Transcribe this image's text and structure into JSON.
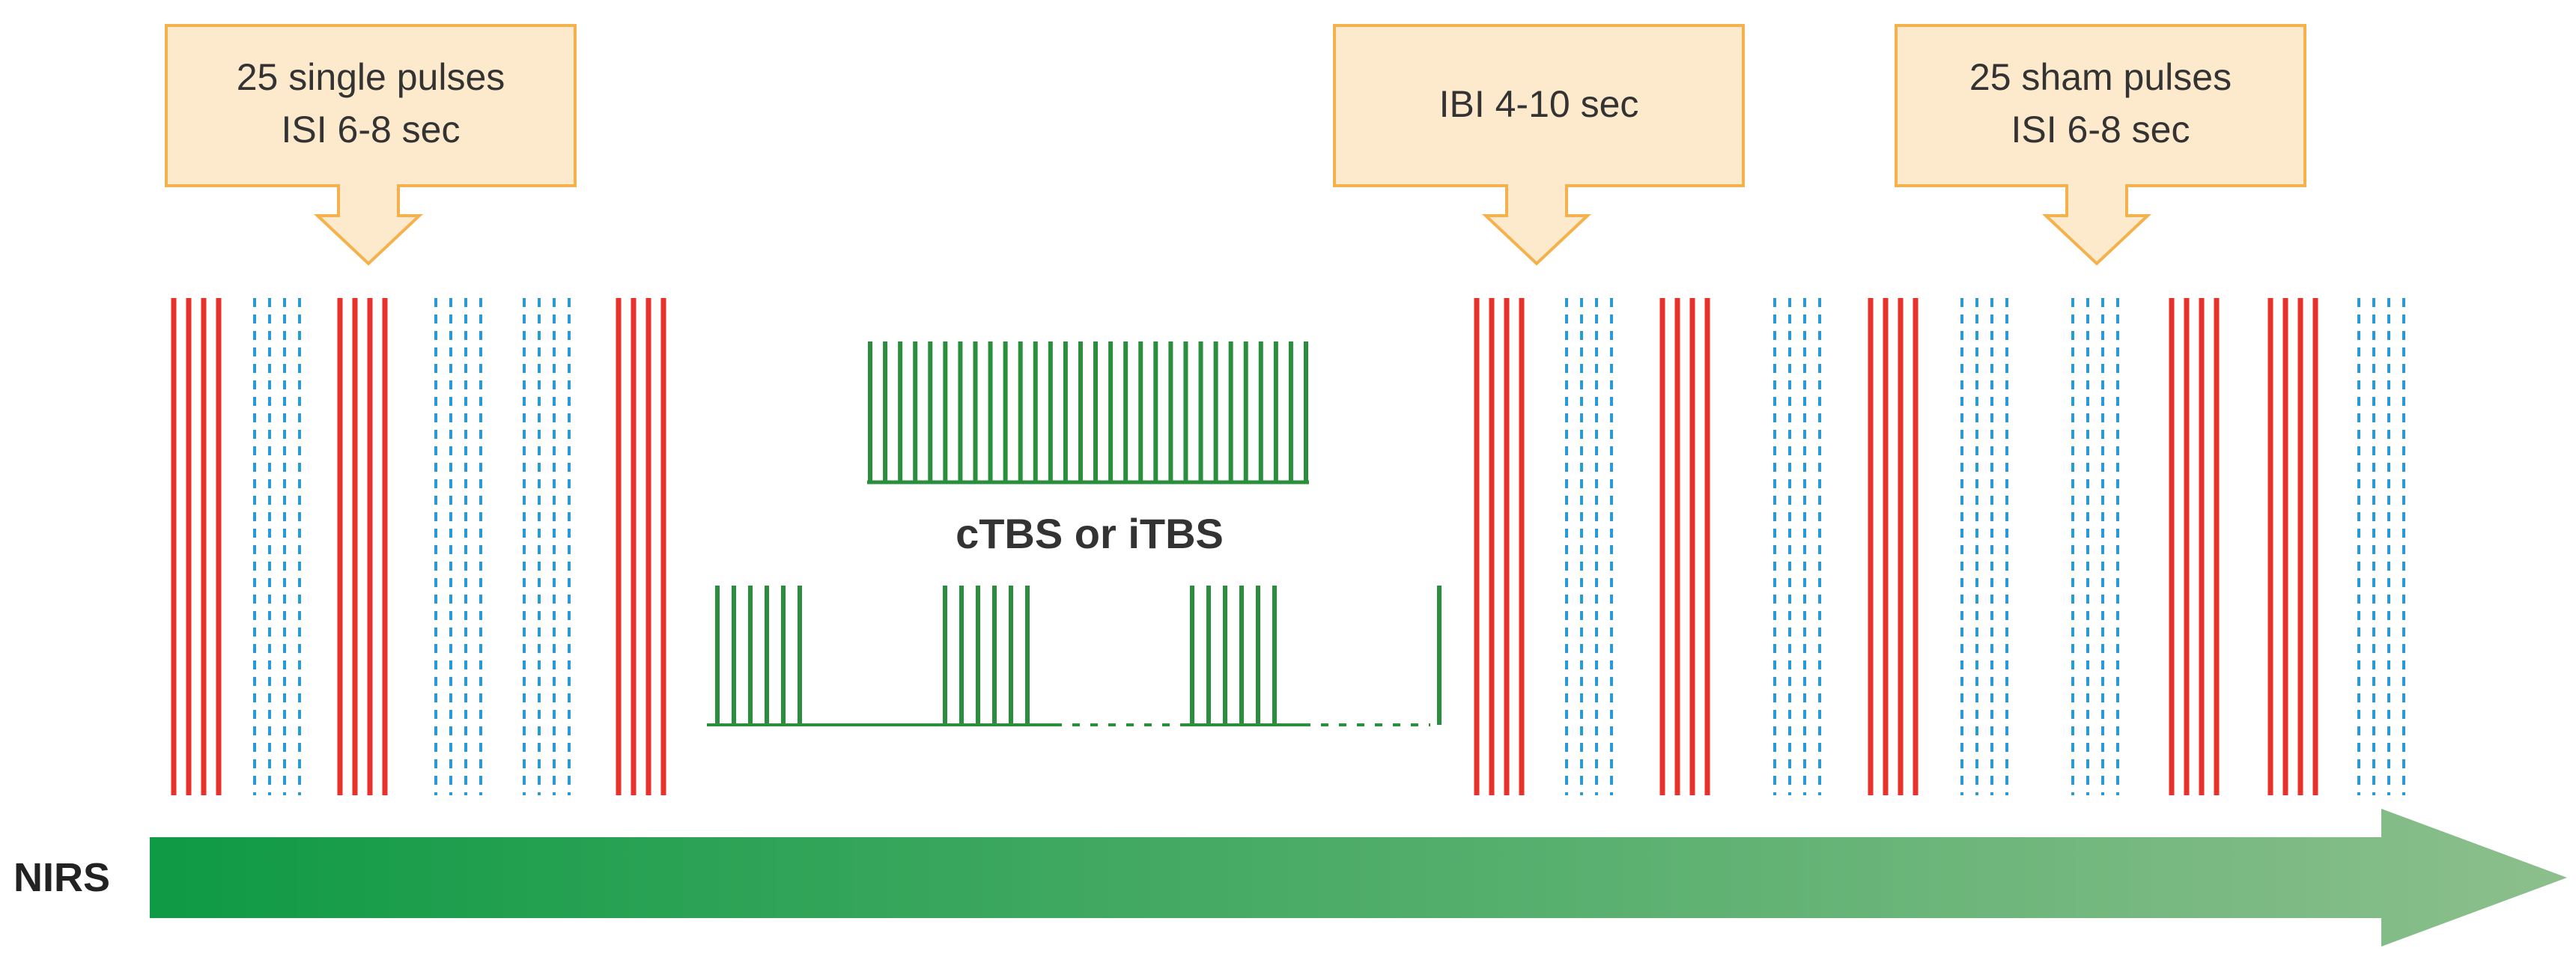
{
  "callouts": {
    "single_pulses": {
      "line1": "25 single pulses",
      "line2": "ISI 6-8 sec"
    },
    "ibi": {
      "line1": "IBI 4-10 sec"
    },
    "sham_pulses": {
      "line1": "25 sham pulses",
      "line2": "ISI 6-8 sec"
    }
  },
  "center_label": "cTBS or iTBS",
  "nirs_label": "NIRS",
  "colors": {
    "real_pulse": "#e8312a",
    "sham_pulse": "#2a9ad6",
    "tbs": "#2a8f3c",
    "callout_fill": "#fde9cc",
    "callout_stroke": "#f4b14c",
    "arrow_start": "#0f9a45",
    "arrow_end": "#8cbf8c"
  },
  "pulse_sequence_left": [
    "real",
    "sham",
    "real",
    "sham",
    "sham",
    "real"
  ],
  "pulse_sequence_right": [
    "real",
    "sham",
    "real",
    "sham",
    "real",
    "sham",
    "sham",
    "real",
    "real",
    "sham"
  ],
  "icons": {
    "callout_pointer": "down-arrow-callout-icon",
    "timeline": "right-arrow-icon"
  }
}
